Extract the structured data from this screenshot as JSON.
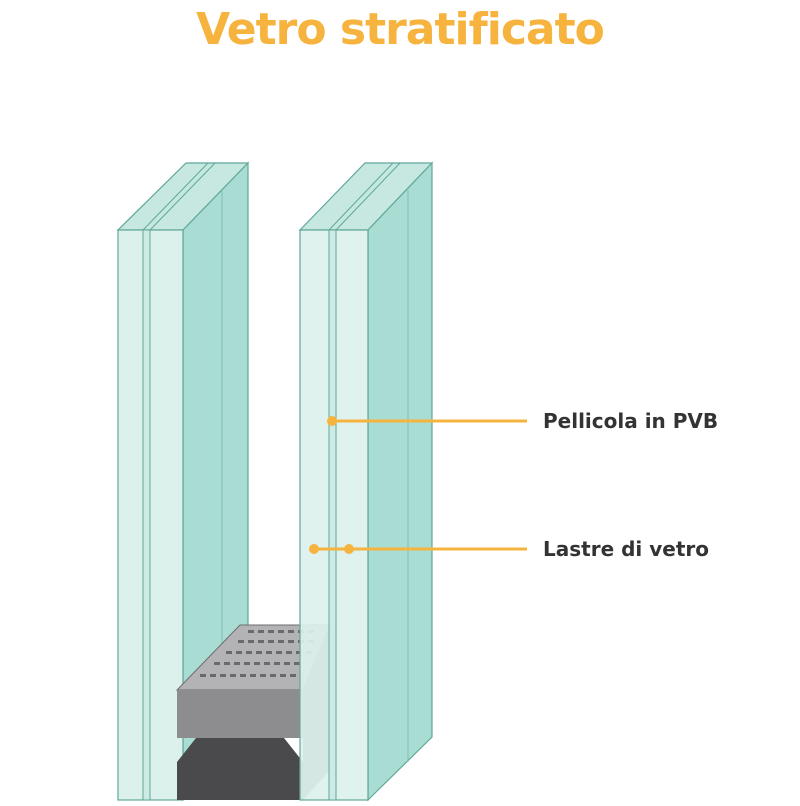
{
  "title": "Vetro stratificato",
  "labels": {
    "pvb": "Pellicola in PVB",
    "glass": "Lastre di vetro"
  },
  "colors": {
    "accent": "#f6b33e",
    "glass_face": "#dcf1ec",
    "glass_side": "#a9dcd2",
    "glass_top": "#c6e8e0",
    "edge_line": "#5fa89a",
    "spacer_dark": "#4a4a4c",
    "spacer_mid": "#8d8d90",
    "spacer_top": "#b3b3b6",
    "label_text": "#333333"
  }
}
